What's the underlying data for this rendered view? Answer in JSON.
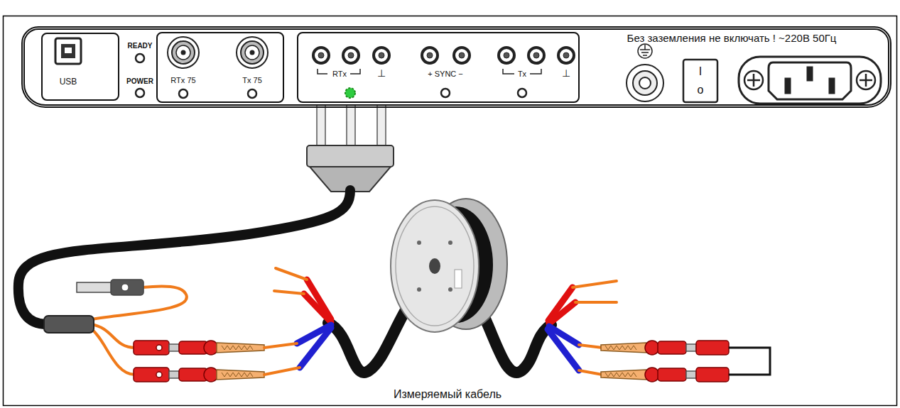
{
  "diagram": {
    "nodes": [
      {
        "text": [
          "Без заземления не включать ! ~220В 50Гц"
        ]
      },
      {
        "text": [
          "USB"
        ],
        "in": 0
      },
      {
        "text": [
          "RTx 75",
          "Tx 75"
        ],
        "in": 0
      },
      {
        "text": [
          "RTx",
          "⊥",
          "+ SYNC −",
          "Tx",
          "⊥"
        ],
        "in": 0
      }
    ],
    "labels": [
      "READY",
      "POWER",
      "I",
      "o",
      "Измеряемый кабель"
    ]
  }
}
